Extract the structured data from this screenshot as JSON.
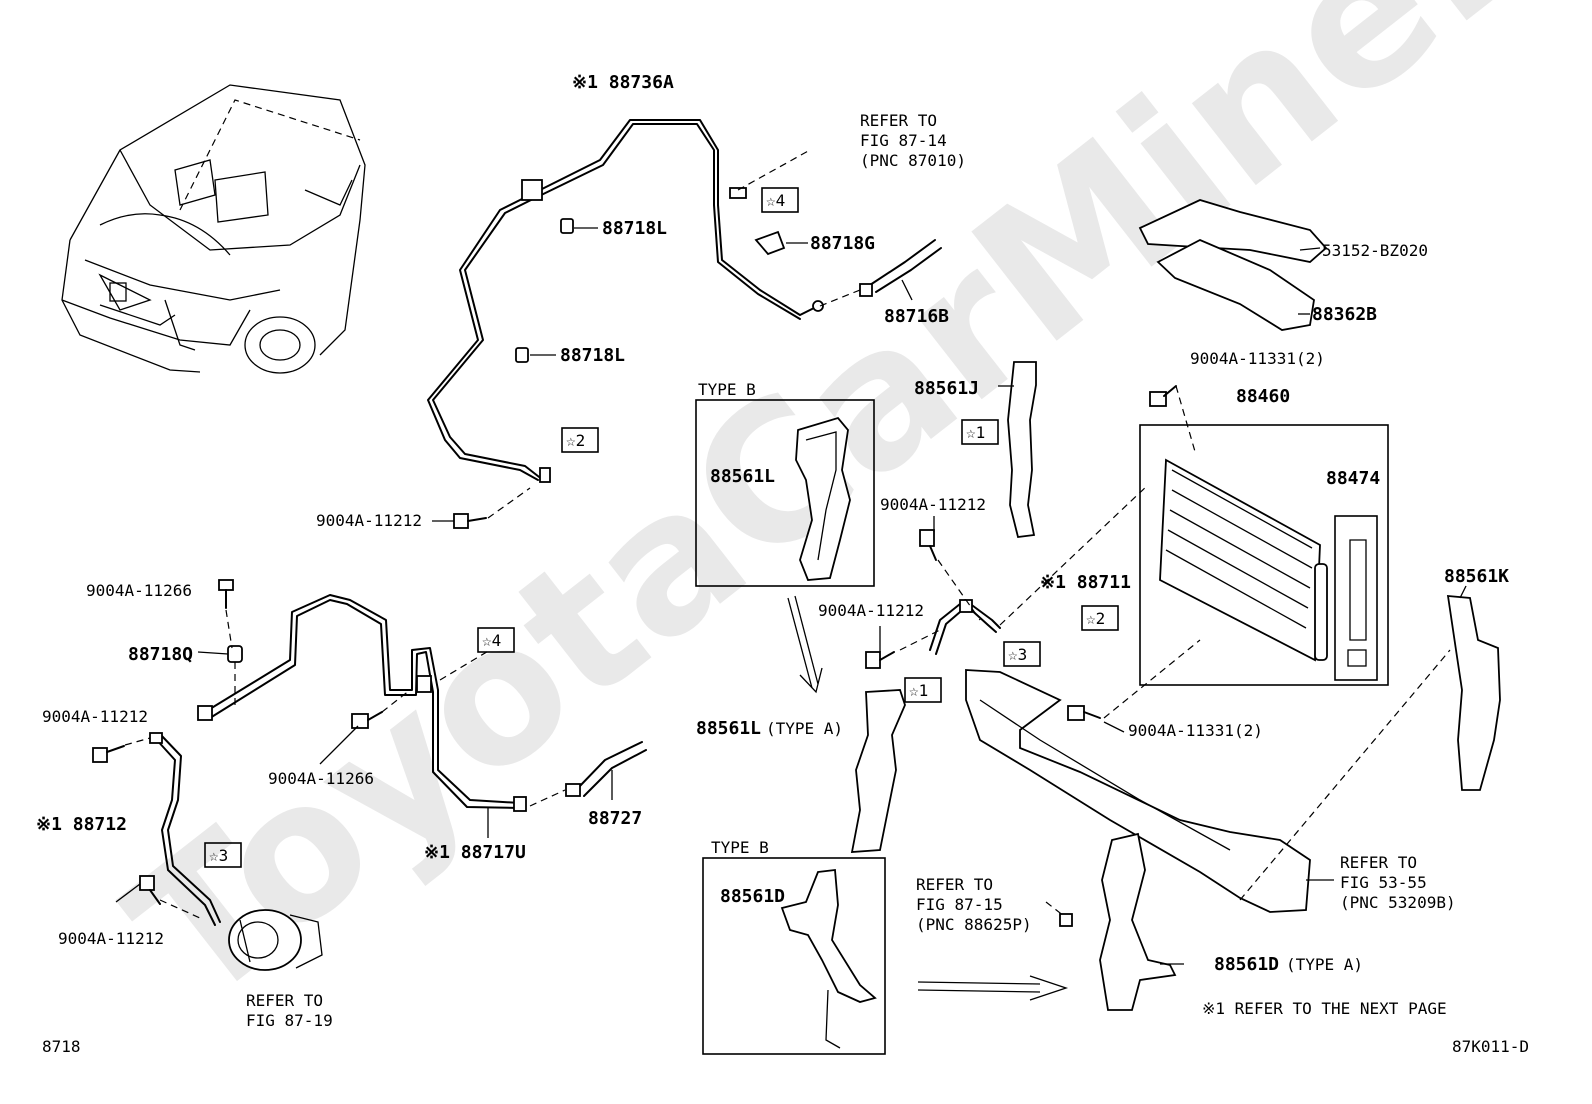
{
  "diagram": {
    "watermark": "ToyotaCarMine.ru",
    "page_code": "8718",
    "figure_code": "87K011-D",
    "footnote": "※1  REFER TO THE NEXT PAGE",
    "type_b_label": "TYPE B",
    "type_b_label_2": "TYPE B",
    "labels": {
      "p88736A": "※1 88736A",
      "p88718L_a": "88718L",
      "p88718L_b": "88718L",
      "p88718G": "88718G",
      "p88716B": "88716B",
      "p9004A_11212_a": "9004A-11212",
      "p9004A_11266_a": "9004A-11266",
      "p88718Q": "88718Q",
      "p9004A_11212_b": "9004A-11212",
      "p88712": "※1 88712",
      "p9004A_11212_c": "9004A-11212",
      "p9004A_11266_b": "9004A-11266",
      "p88717U": "※1 88717U",
      "p88727": "88727",
      "p88561L_b": "88561L",
      "p88561L_a": "88561L",
      "p88561L_a_suffix": "(TYPE A)",
      "p88561D_b": "88561D",
      "p88561D_a": "88561D",
      "p88561D_a_suffix": "(TYPE A)",
      "p88561J": "88561J",
      "p9004A_11212_d": "9004A-11212",
      "p9004A_11212_e": "9004A-11212",
      "p88711": "※1 88711",
      "p53152": "53152-BZ020",
      "p88362B": "88362B",
      "p9004A_11331_a": "9004A-11331(2)",
      "p88460": "88460",
      "p88474": "88474",
      "p9004A_11331_b": "9004A-11331(2)",
      "p88561K": "88561K"
    },
    "stars": {
      "s4_top": "☆4",
      "s2_top": "☆2",
      "s4_mid": "☆4",
      "s3_left": "☆3",
      "s1_right": "☆1",
      "s1_mid": "☆1",
      "s3_right": "☆3",
      "s2_right": "☆2"
    },
    "refer_notes": {
      "fig87_14": [
        "REFER TO",
        "FIG 87-14",
        "(PNC 87010)"
      ],
      "fig87_19": [
        "REFER TO",
        "FIG 87-19"
      ],
      "fig87_15": [
        "REFER TO",
        "FIG 87-15",
        "(PNC 88625P)"
      ],
      "fig53_55": [
        "REFER TO",
        "FIG 53-55",
        "(PNC 53209B)"
      ]
    }
  }
}
